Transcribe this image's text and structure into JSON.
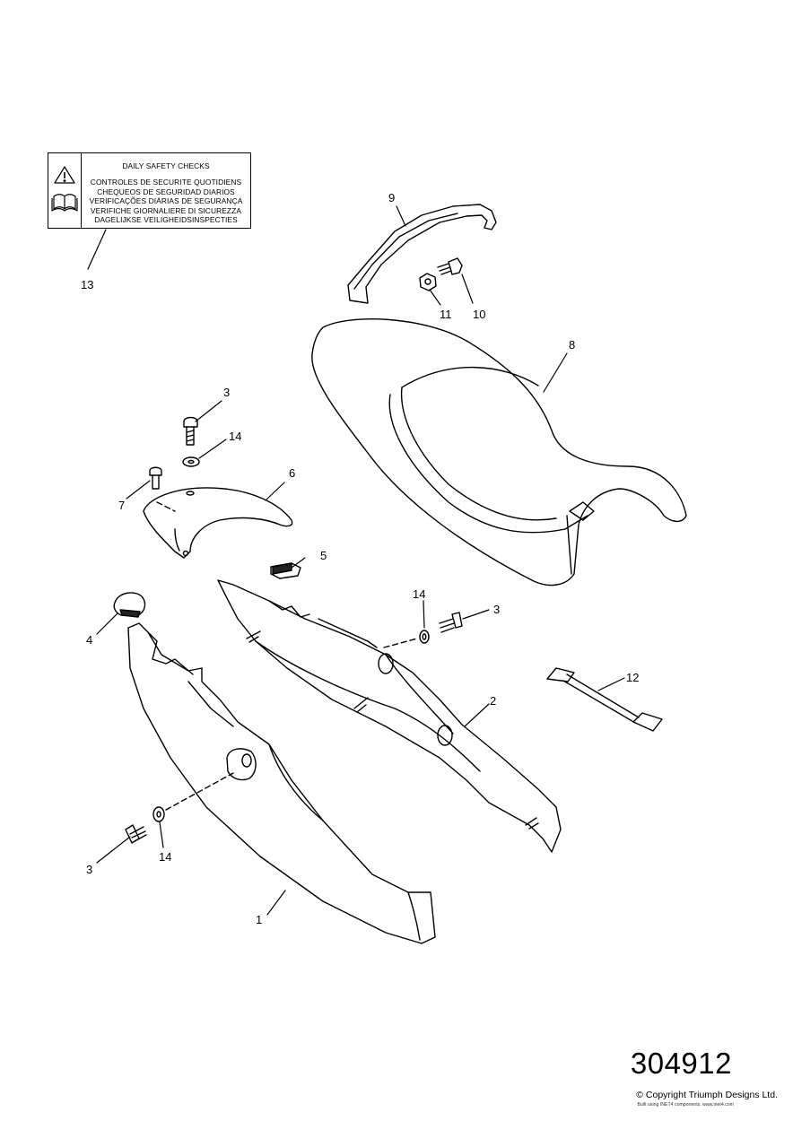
{
  "safety_label": {
    "heading": "DAILY SAFETY CHECKS",
    "lines": [
      "CONTROLES DE SECURITE QUOTIDIENS",
      "CHEQUEOS DE SEGURIDAD DIARIOS",
      "VERIFICAÇÕES DIÁRIAS DE SEGURANÇA",
      "VERIFICHE GIORNALIERE DI SICUREZZA",
      "DAGELIJKSE VEILIGHEIDSINSPECTIES"
    ],
    "icons": [
      "warning-triangle-icon",
      "manual-book-icon"
    ]
  },
  "callouts": {
    "c1": "1",
    "c2": "2",
    "c3a": "3",
    "c3b": "3",
    "c3c": "3",
    "c4": "4",
    "c5": "5",
    "c6": "6",
    "c7": "7",
    "c8": "8",
    "c9": "9",
    "c10": "10",
    "c11": "11",
    "c12": "12",
    "c13": "13",
    "c14a": "14",
    "c14b": "14",
    "c14c": "14"
  },
  "footer": {
    "diagram_number": "304912",
    "copyright": "© Copyright Triumph Designs Ltd.",
    "built_by": "Built using INET4 components. www.inet4.com"
  }
}
